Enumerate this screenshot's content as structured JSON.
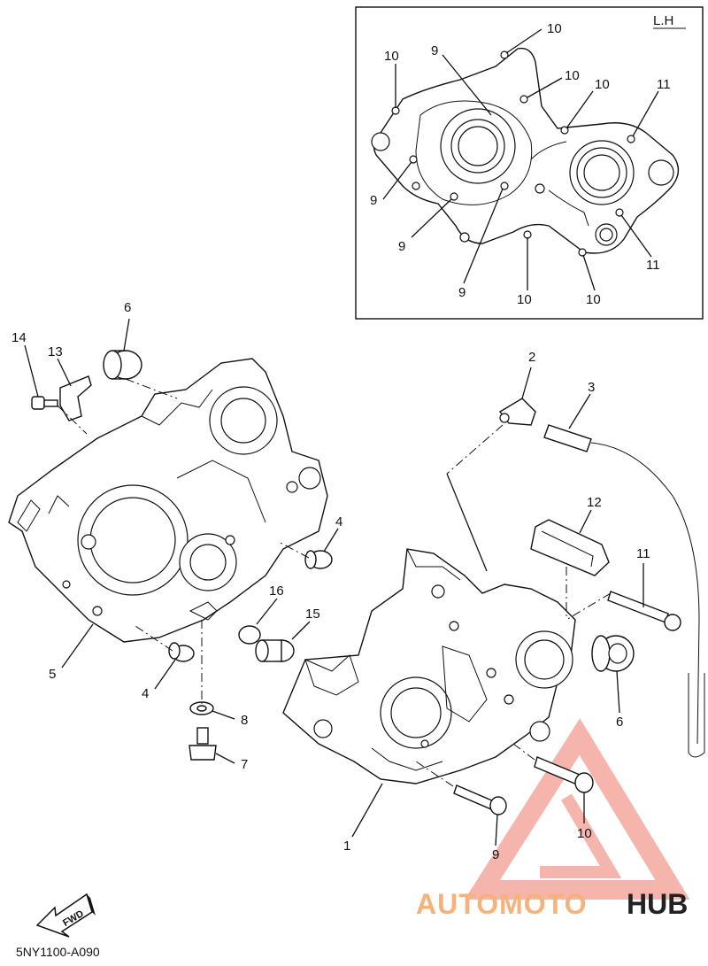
{
  "inset": {
    "title": "L.H"
  },
  "inset_callouts": [
    "10",
    "9",
    "10",
    "10",
    "11",
    "10",
    "9",
    "9",
    "9",
    "11",
    "10",
    "10"
  ],
  "main_callouts": [
    "6",
    "14",
    "13",
    "4",
    "16",
    "15",
    "5",
    "4",
    "8",
    "7",
    "2",
    "3",
    "12",
    "11",
    "6",
    "1",
    "9",
    "10"
  ],
  "fwd_label": "FWD",
  "diagram_code": "5NY1100-A090",
  "watermark": {
    "part1": "AUTOMOTO",
    "part2": "HUB",
    "color_orange": "#f5b27a",
    "color_red": "#e8413a",
    "color_dark": "#222222"
  }
}
